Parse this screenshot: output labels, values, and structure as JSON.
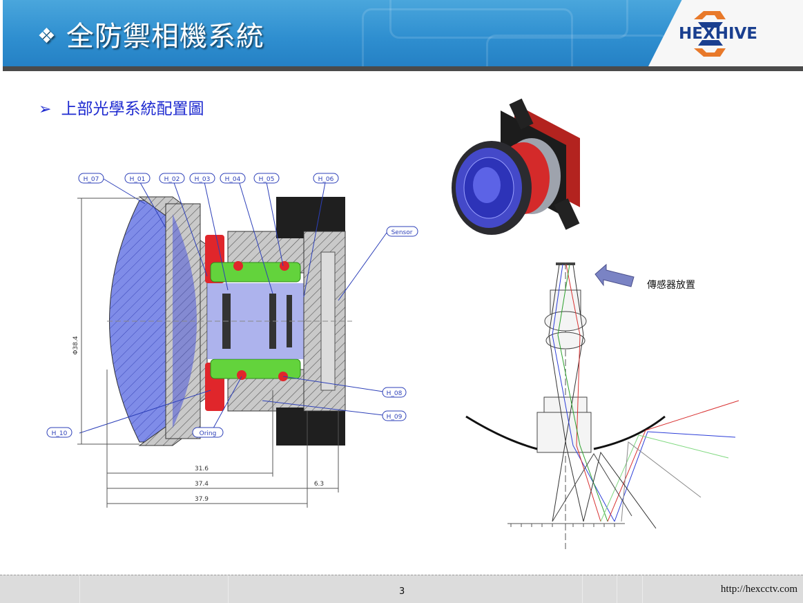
{
  "header": {
    "bullet": "❖",
    "title": "全防禦相機系統",
    "logo_text": "HEXHIVE"
  },
  "subtitle": {
    "arrow": "➢",
    "text": "上部光學系統配置圖"
  },
  "drawing": {
    "part_labels": [
      "H_07",
      "H_01",
      "H_02",
      "H_03",
      "H_04",
      "H_05",
      "H_06",
      "Sensor",
      "H_08",
      "H_09",
      "H_10",
      "Oring"
    ],
    "diameter_label": "Φ38.4",
    "dims": [
      "31.6",
      "37.4",
      "37.9",
      "6.3"
    ]
  },
  "sensor_label": "傳感器放置",
  "footer": {
    "page": "3",
    "url": "http://hexcctv.com"
  },
  "colors": {
    "header_blue": "#2f8fd0",
    "logo_blue": "#1a3f8f",
    "logo_orange": "#e8792a",
    "subtitle_blue": "#1e2ad0"
  }
}
